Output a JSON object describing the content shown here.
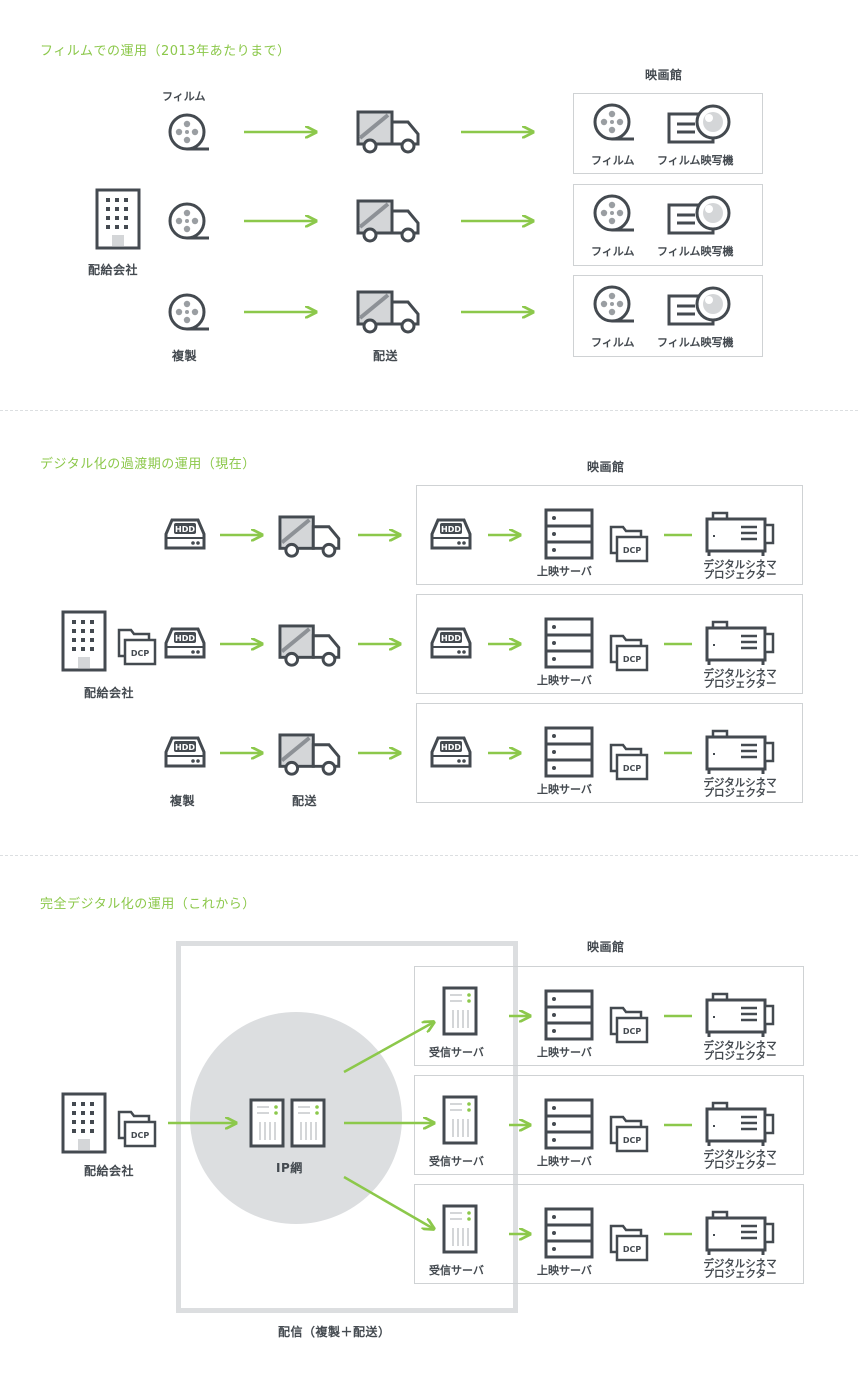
{
  "section1": {
    "title": "フィルムでの運用（2013年あたりまで）",
    "theater_heading": "映画館",
    "film_header": "フィルム",
    "distributor": "配給会社",
    "copy_label": "複製",
    "delivery_label": "配送",
    "theater_items": [
      {
        "film": "フィルム",
        "projector": "フィルム映写機"
      },
      {
        "film": "フィルム",
        "projector": "フィルム映写機"
      },
      {
        "film": "フィルム",
        "projector": "フィルム映写機"
      }
    ]
  },
  "section2": {
    "title": "デジタル化の過渡期の運用（現在）",
    "theater_heading": "映画館",
    "distributor": "配給会社",
    "copy_label": "複製",
    "delivery_label": "配送",
    "hdd_label": "HDD",
    "dcp_label": "DCP",
    "theater_rows": [
      {
        "server": "上映サーバ",
        "projector_line1": "デジタルシネマ",
        "projector_line2": "プロジェクター"
      },
      {
        "server": "上映サーバ",
        "projector_line1": "デジタルシネマ",
        "projector_line2": "プロジェクター"
      },
      {
        "server": "上映サーバ",
        "projector_line1": "デジタルシネマ",
        "projector_line2": "プロジェクター"
      }
    ]
  },
  "section3": {
    "title": "完全デジタル化の運用（これから）",
    "theater_heading": "映画館",
    "distributor": "配給会社",
    "dcp_label": "DCP",
    "network_label": "IP網",
    "distribution_caption": "配信（複製＋配送）",
    "theater_rows": [
      {
        "receiver": "受信サーバ",
        "server": "上映サーバ",
        "projector_line1": "デジタルシネマ",
        "projector_line2": "プロジェクター"
      },
      {
        "receiver": "受信サーバ",
        "server": "上映サーバ",
        "projector_line1": "デジタルシネマ",
        "projector_line2": "プロジェクター"
      },
      {
        "receiver": "受信サーバ",
        "server": "上映サーバ",
        "projector_line1": "デジタルシネマ",
        "projector_line2": "プロジェクター"
      }
    ]
  },
  "colors": {
    "accent_green": "#8cc84b",
    "icon_dark": "#444a50",
    "icon_fill_light": "#d4d6d8",
    "box_border": "#cfd2d4",
    "network_circle": "#dcdee0"
  }
}
